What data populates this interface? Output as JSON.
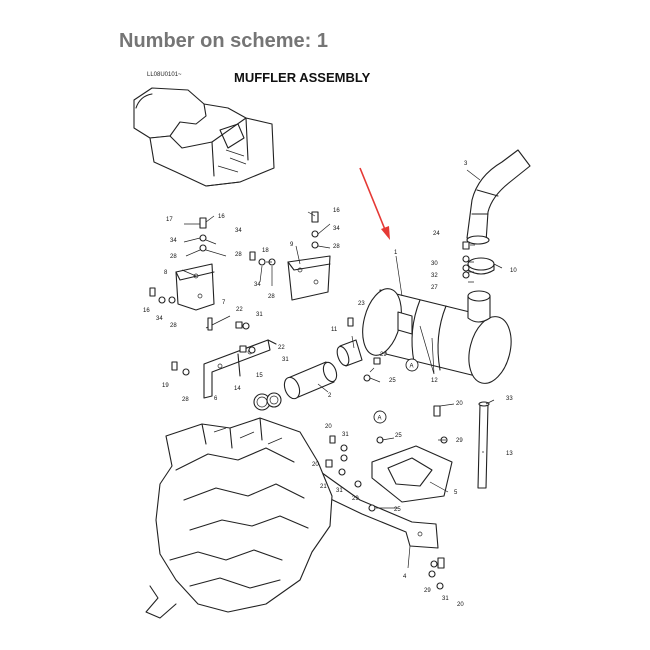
{
  "page_title": "Number on scheme: 1",
  "diagram": {
    "code": "LL08U0101~",
    "title": "MUFFLER ASSEMBLY",
    "arrow_color": "#e53935",
    "circle_marker": "A",
    "part_labels": {
      "p17": "17",
      "p16a": "16",
      "p34a": "34",
      "p34b": "34",
      "p28a": "28",
      "p28b": "28",
      "p8": "8",
      "p16b": "16",
      "p34c": "34",
      "p28c": "28",
      "p7": "7",
      "p19": "19",
      "p28d": "28",
      "p6": "6",
      "p34d": "34",
      "p28e": "28",
      "p22a": "22",
      "p31a": "31",
      "p22b": "22",
      "p31b": "31",
      "p9": "9",
      "p16c": "16",
      "p34e": "34",
      "p28f": "28",
      "p18": "18",
      "p11": "11",
      "p23": "23",
      "p29a": "29",
      "p25a": "25",
      "p14": "14",
      "p15": "15",
      "p2": "2",
      "p1": "1",
      "p12": "12",
      "p3": "3",
      "p24": "24",
      "p10": "10",
      "p30": "30",
      "p32": "32",
      "p27": "27",
      "p20a": "20",
      "p33": "33",
      "p13": "13",
      "p20b": "20",
      "p31c": "31",
      "p25b": "25",
      "p29b": "29",
      "p20c": "20",
      "p21": "21",
      "p31d": "31",
      "p29c": "29",
      "p25c": "25",
      "p5": "5",
      "p4": "4",
      "p29d": "29",
      "p31e": "31",
      "p20d": "20"
    }
  }
}
